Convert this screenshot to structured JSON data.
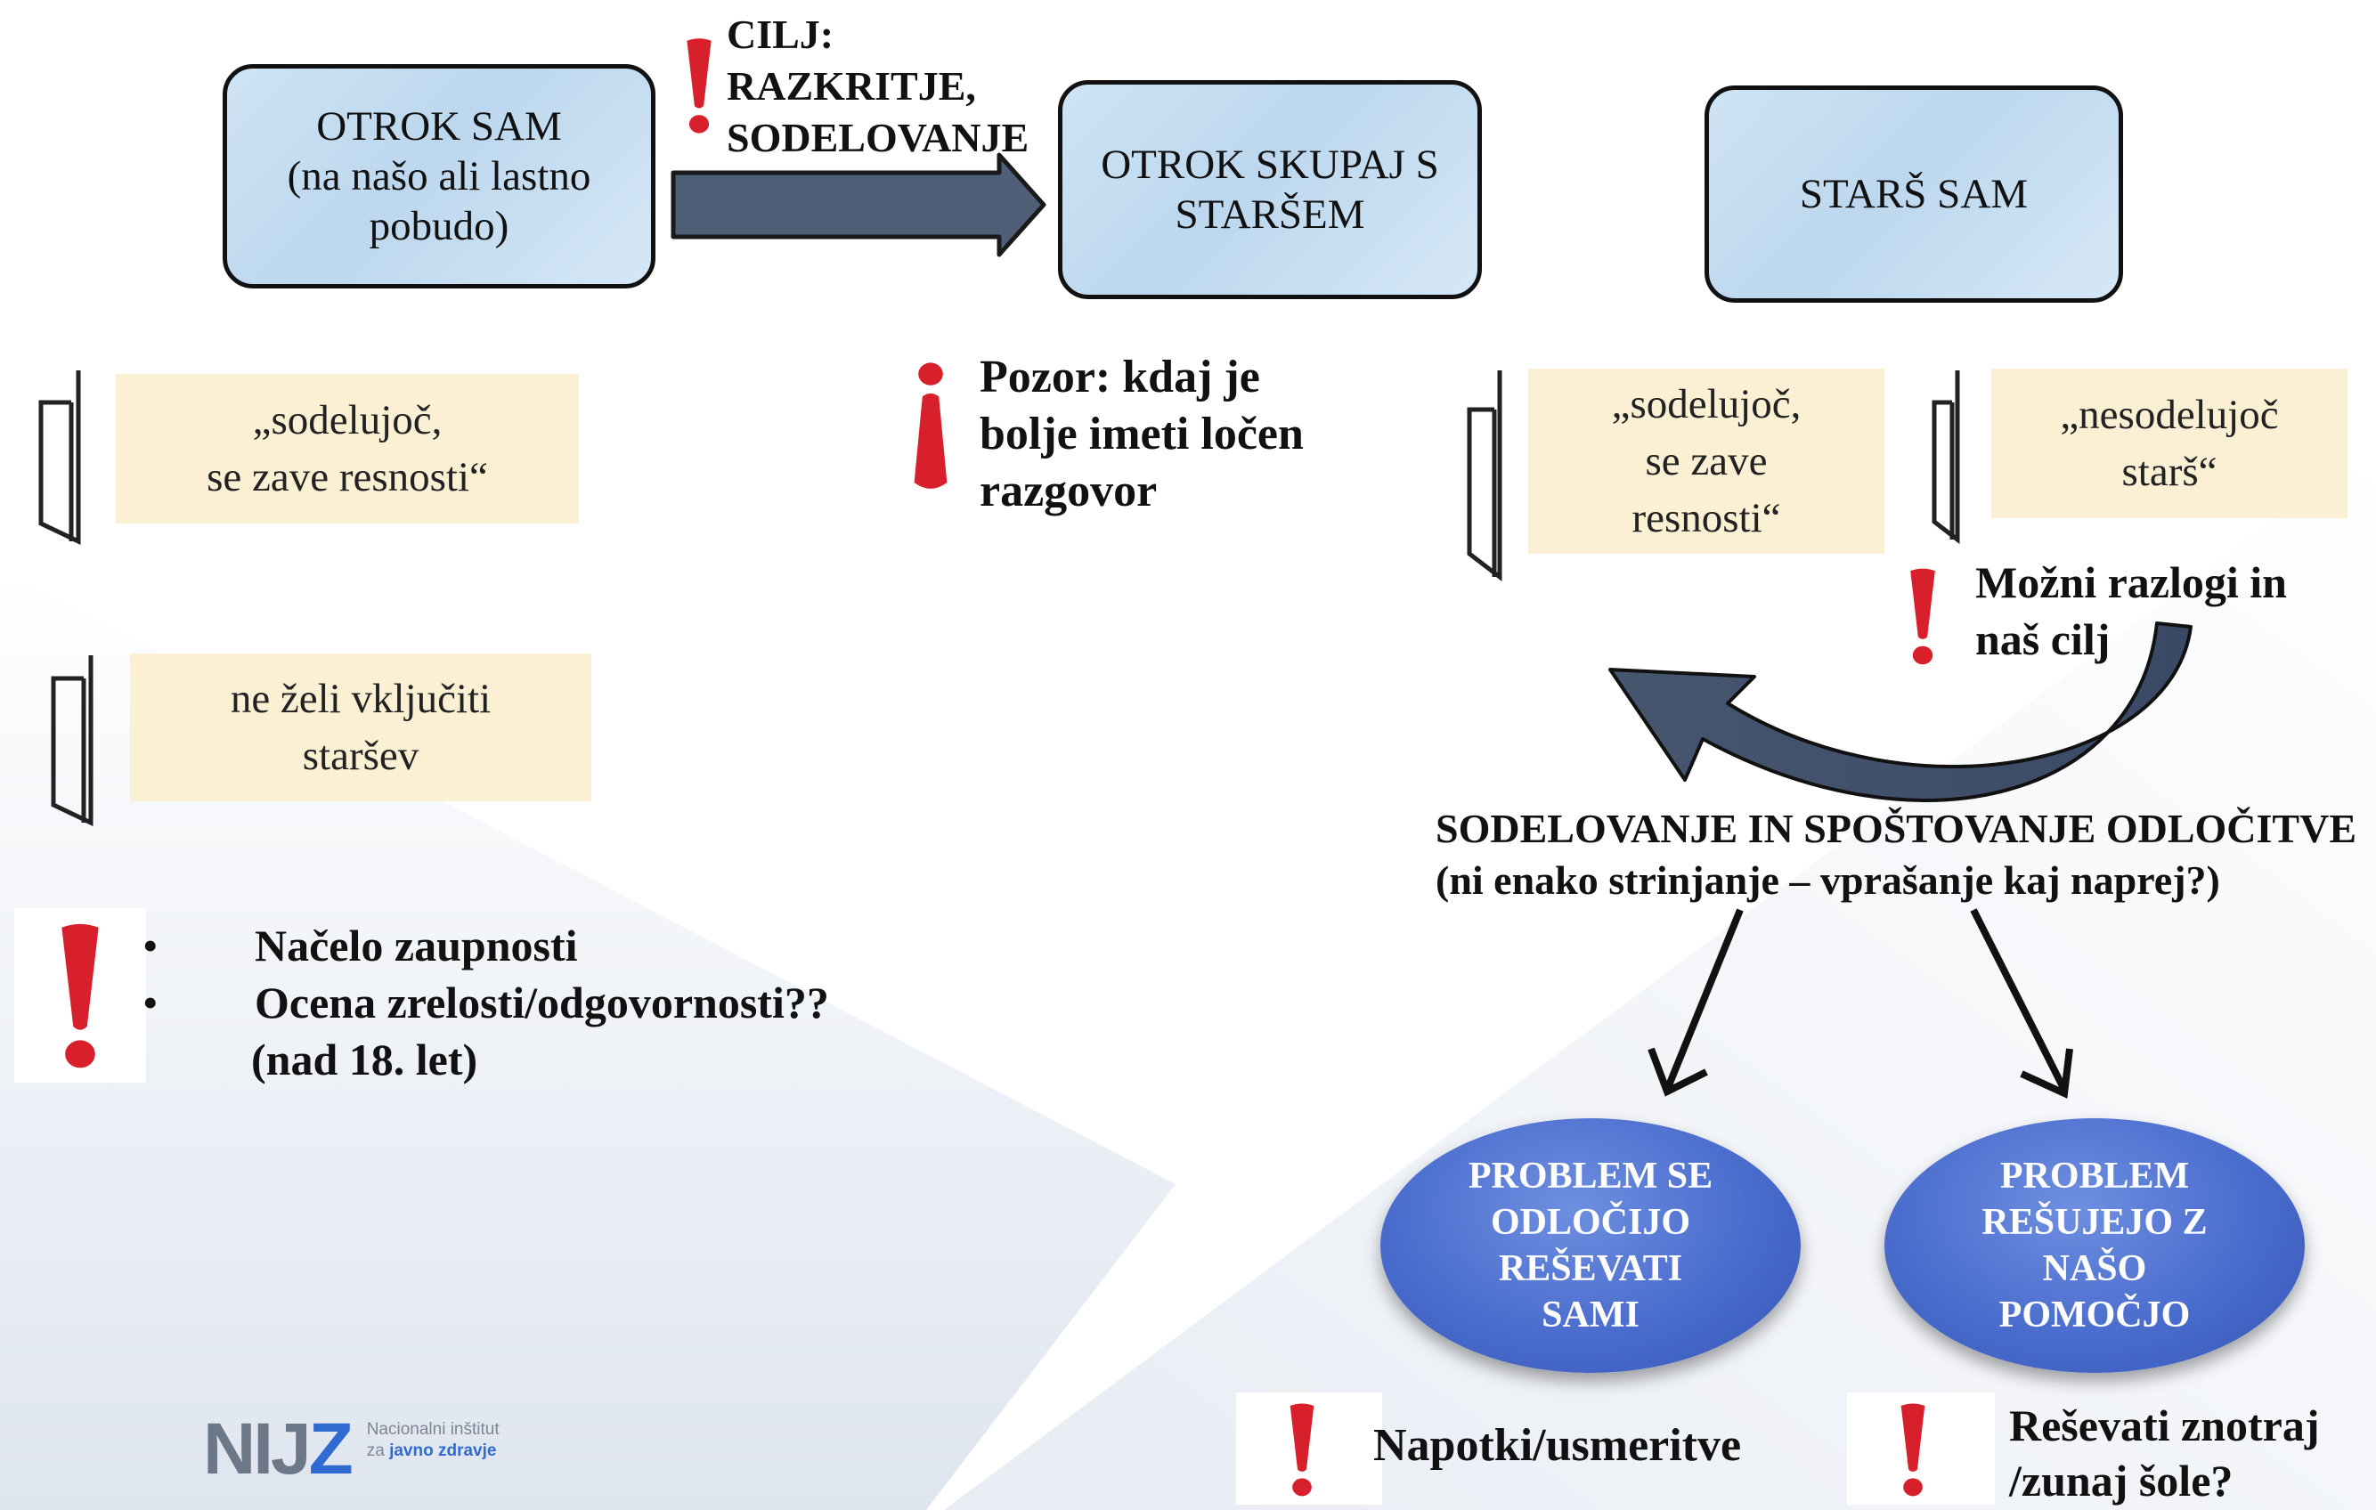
{
  "boxes": {
    "child_alone": [
      "OTROK SAM",
      "(na našo ali lastno",
      "pobudo)"
    ],
    "child_with_parent": [
      "OTROK  SKUPAJ S",
      "STARŠEM"
    ],
    "parent_alone": "STARŠ  SAM"
  },
  "goal_note": [
    "CILJ:",
    "RAZKRITJE,",
    "SODELOVANJE"
  ],
  "caution_note": [
    "Pozor: kdaj je",
    "bolje imeti ločen",
    "razgovor"
  ],
  "left_notes": {
    "cooperative": [
      "„sodelujoč,",
      "se zave resnosti“"
    ],
    "no_parents": [
      "ne želi vključiti",
      "staršev"
    ]
  },
  "bullets": [
    "Načelo zaupnosti",
    "Ocena zrelosti/odgovornosti??"
  ],
  "bullets_sub": "(nad 18. let)",
  "bullet_symbol": "•",
  "parent_notes": {
    "cooperative": [
      "„sodelujoč,",
      "se zave",
      "resnosti“"
    ],
    "non_cooperative": [
      "„nesodelujoč",
      "starš“"
    ]
  },
  "reasons_note": [
    "Možni razlogi in",
    "naš cilj"
  ],
  "cooperation_heading": {
    "line1": "SODELOVANJE IN SPOŠTOVANJE ODLOČITVE",
    "line2": "(ni enako strinjanje – vprašanje kaj naprej?)"
  },
  "outcomes": {
    "solve_alone": [
      "PROBLEM SE",
      "ODLOČIJO",
      "REŠEVATI",
      "SAMI"
    ],
    "solve_with_help": [
      "PROBLEM",
      "REŠUJEJO Z",
      "NAŠO",
      "POMOČJO"
    ]
  },
  "outcome_notes": {
    "guidance": "Napotki/usmeritve",
    "inside_outside": [
      "Reševati znotraj",
      "/zunaj šole?"
    ]
  },
  "logo": {
    "mark_part1": "NI",
    "mark_part2": "Z",
    "mark_j": "J",
    "line1": "Nacionalni inštitut",
    "line2_prefix": "za ",
    "line2_highlight": "javno zdravje"
  },
  "colors": {
    "accent_red": "#c8102e",
    "ellipse_blue": "#4a6ccd",
    "box_blue": "#c7def2",
    "note_beige": "#fbefd4"
  }
}
